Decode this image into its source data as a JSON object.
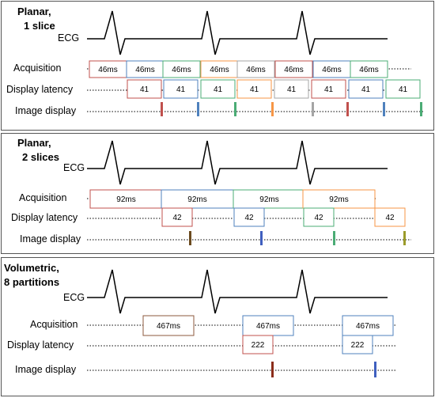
{
  "colors": {
    "red": "#c0504d",
    "blue": "#4f81bd",
    "green": "#4bac75",
    "orange": "#f79646",
    "gray": "#a5a5a5",
    "brown": "#8c5a3c",
    "olive": "#9b9b2a",
    "darkbrown": "#6b4a1f",
    "darkblue": "#3f5fbf",
    "darkred": "#8b2d1a"
  },
  "panels": [
    {
      "title_lines": [
        "Planar,",
        "1 slice"
      ],
      "row_labels": {
        "ecg": "ECG",
        "acquisition": "Acquisition",
        "latency": "Display latency",
        "display": "Image display"
      },
      "acquisition": [
        {
          "label": "46ms",
          "color": "red"
        },
        {
          "label": "46ms",
          "color": "blue"
        },
        {
          "label": "46ms",
          "color": "green"
        },
        {
          "label": "46ms",
          "color": "orange"
        },
        {
          "label": "46ms",
          "color": "gray"
        },
        {
          "label": "46ms",
          "color": "red"
        },
        {
          "label": "46ms",
          "color": "blue"
        },
        {
          "label": "46ms",
          "color": "green"
        }
      ],
      "latency": [
        {
          "label": "41",
          "color": "red"
        },
        {
          "label": "41",
          "color": "blue"
        },
        {
          "label": "41",
          "color": "green"
        },
        {
          "label": "41",
          "color": "orange"
        },
        {
          "label": "41",
          "color": "gray"
        },
        {
          "label": "41",
          "color": "red"
        },
        {
          "label": "41",
          "color": "blue"
        },
        {
          "label": "41",
          "color": "green"
        }
      ],
      "display_marks": [
        "red",
        "blue",
        "green",
        "orange",
        "gray",
        "red",
        "blue",
        "green"
      ]
    },
    {
      "title_lines": [
        "Planar,",
        "2 slices"
      ],
      "row_labels": {
        "ecg": "ECG",
        "acquisition": "Acquisition",
        "latency": "Display latency",
        "display": "Image display"
      },
      "acquisition": [
        {
          "label": "92ms",
          "color": "red"
        },
        {
          "label": "92ms",
          "color": "blue"
        },
        {
          "label": "92ms",
          "color": "green"
        },
        {
          "label": "92ms",
          "color": "orange"
        }
      ],
      "latency": [
        {
          "label": "42",
          "color": "red"
        },
        {
          "label": "42",
          "color": "blue"
        },
        {
          "label": "42",
          "color": "green"
        },
        {
          "label": "42",
          "color": "orange"
        }
      ],
      "display_marks": [
        "darkbrown",
        "darkblue",
        "green",
        "olive"
      ]
    },
    {
      "title_lines": [
        "Volumetric,",
        "8 partitions"
      ],
      "row_labels": {
        "ecg": "ECG",
        "acquisition": "Acquisition",
        "latency": "Display latency",
        "display": "Image display"
      },
      "acquisition": [
        {
          "label": "467ms",
          "color": "brown"
        },
        {
          "label": "467ms",
          "color": "blue"
        },
        {
          "label": "467ms",
          "color": "blue"
        }
      ],
      "latency": [
        {
          "label": "222",
          "color": "red"
        },
        {
          "label": "222",
          "color": "blue"
        }
      ],
      "display_marks": [
        "darkred",
        "darkblue"
      ]
    }
  ]
}
